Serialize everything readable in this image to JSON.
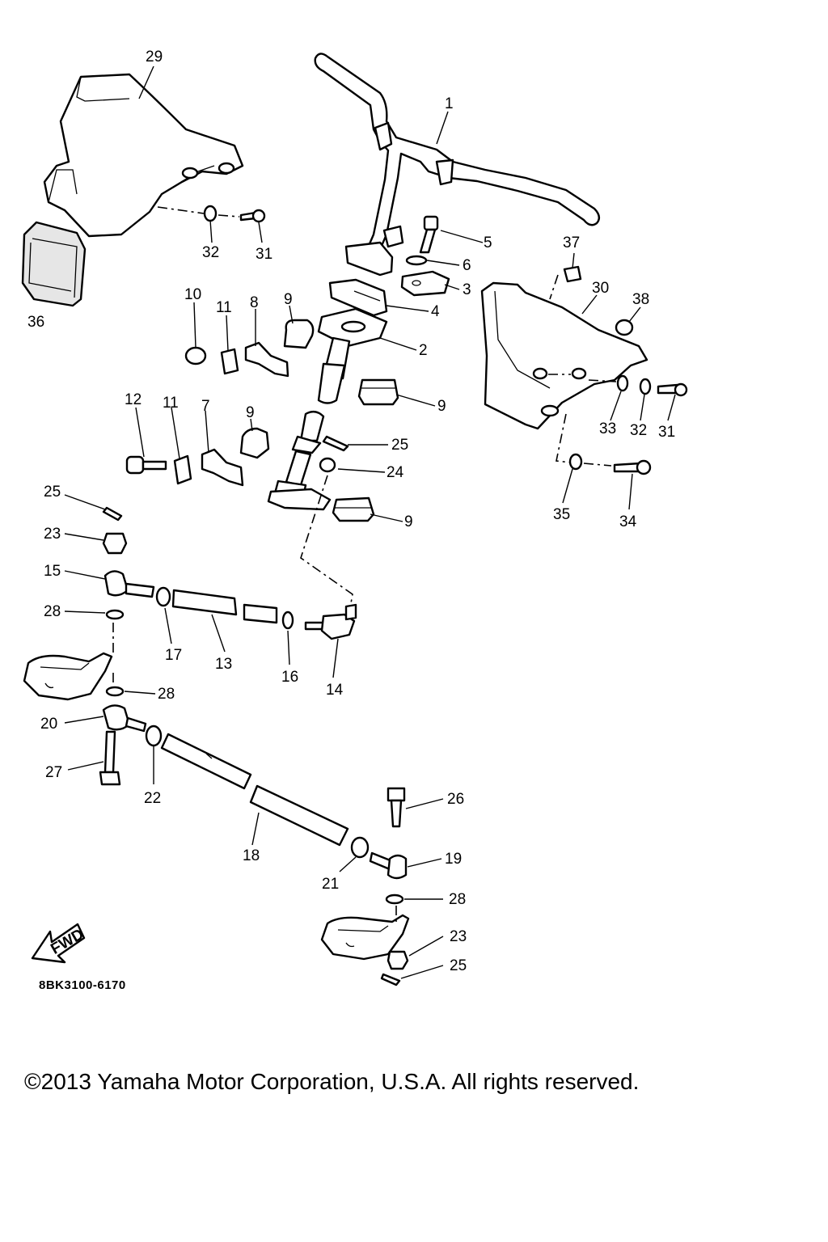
{
  "diagram": {
    "callouts": [
      "1",
      "2",
      "3",
      "4",
      "5",
      "6",
      "7",
      "8",
      "9",
      "10",
      "11",
      "12",
      "13",
      "14",
      "15",
      "16",
      "17",
      "18",
      "19",
      "20",
      "21",
      "22",
      "23",
      "24",
      "25",
      "26",
      "27",
      "28",
      "29",
      "30",
      "31",
      "32",
      "33",
      "34",
      "35",
      "36",
      "37",
      "38"
    ],
    "fwd_badge": "FWD",
    "drawing_code": "8BK3100-6170"
  },
  "footer": {
    "copyright": "©2013 Yamaha Motor Corporation, U.S.A. All rights reserved."
  }
}
